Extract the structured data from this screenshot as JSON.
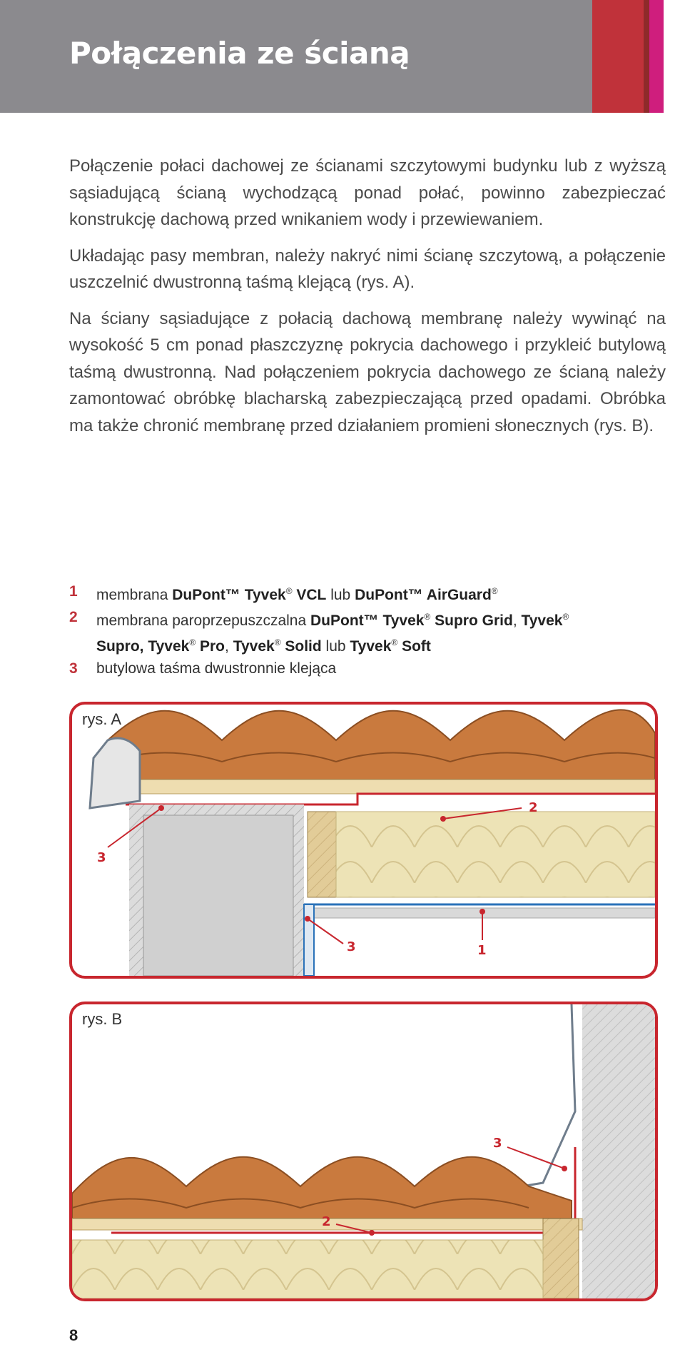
{
  "title": "Połączenia ze ścianą",
  "paragraphs": [
    "Połączenie połaci dachowej ze ścianami szczytowymi budynku lub z wyższą sąsiadującą ścianą wychodzącą ponad połać, powinno zabezpieczać konstrukcję dachową przed wnikaniem wody i przewiewaniem.",
    "Układając pasy membran, należy nakryć nimi ścianę szczytową, a połączenie uszczelnić dwustronną taśmą klejącą (rys. A).",
    "Na ściany sąsiadujące z połacią dachową membranę należy wywinąć na wysokość 5 cm ponad płaszczyznę pokrycia dachowego i przykleić butylową taśmą dwustronną. Nad połączeniem pokrycia dachowego ze ścianą należy zamontować obróbkę blacharską zabezpieczającą przed opadami. Obróbka ma także chronić membranę przed działaniem promieni słonecznych (rys. B)."
  ],
  "legend": {
    "item1": {
      "num": "1",
      "t1": "membrana ",
      "b1": "DuPont™ Tyvek",
      "r1": "®",
      "b2": " VCL",
      "t2": " lub ",
      "b3": "DuPont™ AirGuard",
      "r2": "®"
    },
    "item2": {
      "num": "2",
      "t1": "membrana paroprzepuszczalna ",
      "b1": "DuPont™ Tyvek",
      "r1": "®",
      "b2": " Supro Grid",
      "t2": ", ",
      "b3": "Tyvek",
      "r2": "®"
    },
    "item2b": {
      "b1": "Supro, Tyvek",
      "r1": "®",
      "b2": " Pro",
      "t1": ", ",
      "b3": "Tyvek",
      "r2": "®",
      "b4": " Solid",
      "t2": " lub ",
      "b5": "Tyvek",
      "r3": "®",
      "b6": " Soft"
    },
    "item3": {
      "num": "3",
      "text": "butylowa taśma dwustronnie klejąca"
    }
  },
  "figure_a": {
    "label": "rys. A",
    "callouts": [
      "2",
      "3",
      "3",
      "1"
    ]
  },
  "figure_b": {
    "label": "rys. B",
    "callouts": [
      "3",
      "2"
    ]
  },
  "colors": {
    "header_gray": "#8b8a8e",
    "accent_red": "#c0323a",
    "accent_pink": "#cf1e7d",
    "tile_orange": "#c97a3e",
    "insulation": "#ede3b6"
  },
  "page_number": "8"
}
